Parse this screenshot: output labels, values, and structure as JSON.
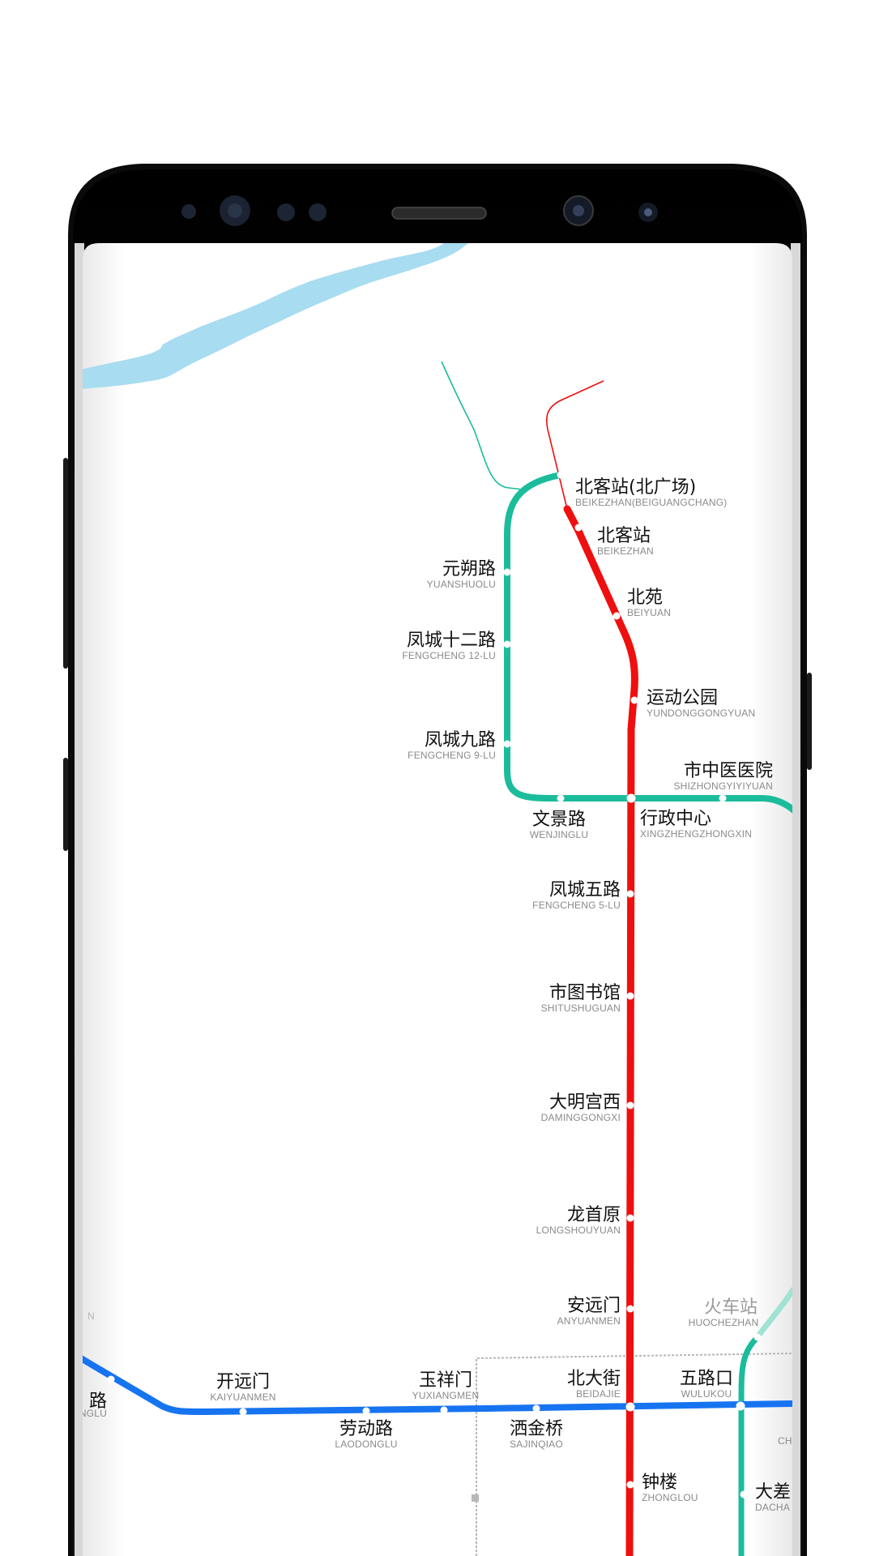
{
  "colors": {
    "line_red": "#ef0f0f",
    "line_green": "#1bbc9b",
    "line_blue": "#1774f0",
    "line_green_faint": "#9fe3d2",
    "river": "#a8dcf0",
    "phone_body": "#0a0a0a",
    "screen_bg": "#ffffff",
    "station_dot": "#ffffff",
    "district_border": "#b8b8b8"
  },
  "stations": [
    {
      "cn": "北客站(北广场)",
      "py": "BEIKEZHAN(BEIGUANGCHANG)"
    },
    {
      "cn": "北客站",
      "py": "BEIKEZHAN"
    },
    {
      "cn": "北苑",
      "py": "BEIYUAN"
    },
    {
      "cn": "运动公园",
      "py": "YUNDONGGONGYUAN"
    },
    {
      "cn": "元朔路",
      "py": "YUANSHUOLU"
    },
    {
      "cn": "凤城十二路",
      "py": "FENGCHENG 12-LU"
    },
    {
      "cn": "凤城九路",
      "py": "FENGCHENG 9-LU"
    },
    {
      "cn": "市中医医院",
      "py": "SHIZHONGYIYIYUAN"
    },
    {
      "cn": "文景路",
      "py": "WENJINGLU"
    },
    {
      "cn": "行政中心",
      "py": "XINGZHENGZHONGXIN"
    },
    {
      "cn": "凤城五路",
      "py": "FENGCHENG 5-LU"
    },
    {
      "cn": "市图书馆",
      "py": "SHITUSHUGUAN"
    },
    {
      "cn": "大明宫西",
      "py": "DAMINGGONGXI"
    },
    {
      "cn": "龙首原",
      "py": "LONGSHOUYUAN"
    },
    {
      "cn": "安远门",
      "py": "ANYUANMEN"
    },
    {
      "cn": "火车站",
      "py": "HUOCHEZHAN"
    },
    {
      "cn": "开远门",
      "py": "KAIYUANMEN"
    },
    {
      "cn": "玉祥门",
      "py": "YUXIANGMEN"
    },
    {
      "cn": "北大街",
      "py": "BEIDAJIE"
    },
    {
      "cn": "五路口",
      "py": "WULUKOU"
    },
    {
      "cn": "劳动路",
      "py": "LAODONGLU"
    },
    {
      "cn": "洒金桥",
      "py": "SAJINQIAO"
    },
    {
      "cn": "钟楼",
      "py": "ZHONGLOU"
    },
    {
      "cn": "大差",
      "py": "DACHA"
    },
    {
      "cn": "路",
      "py": "NGLU"
    },
    {
      "cn": "",
      "py": "N"
    },
    {
      "cn": "",
      "py": "CH"
    }
  ]
}
